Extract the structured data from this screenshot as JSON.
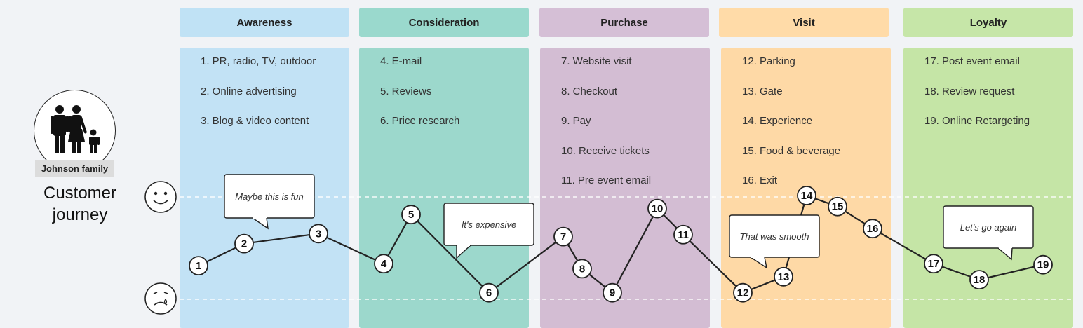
{
  "persona": {
    "name": "Johnson family",
    "icon": "family-icon"
  },
  "title": "Customer journey",
  "mood": {
    "happy_icon": "smiley-face-icon",
    "sad_icon": "sad-face-icon"
  },
  "stages": [
    {
      "name": "Awareness",
      "head_color": "#c0e2f5",
      "body_color": "#c2e2f5",
      "touchpoints": [
        "1. PR, radio, TV, outdoor",
        "2. Online advertising",
        "3. Blog & video content"
      ]
    },
    {
      "name": "Consideration",
      "head_color": "#9ad9cd",
      "body_color": "#9cd8cc",
      "touchpoints": [
        "4. E-mail",
        "5. Reviews",
        "6. Price research"
      ]
    },
    {
      "name": "Purchase",
      "head_color": "#d5bfd6",
      "body_color": "#d3bdd3",
      "touchpoints": [
        "7. Website visit",
        "8. Checkout",
        "9. Pay",
        "10. Receive tickets",
        "11. Pre event email"
      ]
    },
    {
      "name": "Visit",
      "head_color": "#ffdba8",
      "body_color": "#fed9a6",
      "touchpoints": [
        "12. Parking",
        "13. Gate",
        "14. Experience",
        "15. Food & beverage",
        "16. Exit"
      ]
    },
    {
      "name": "Loyalty",
      "head_color": "#c6e6a8",
      "body_color": "#c5e5a6",
      "touchpoints": [
        "17. Post event email",
        "18. Review request",
        "19. Online Retargeting"
      ]
    }
  ],
  "journey_points": [
    {
      "label": "1",
      "sentiment": 0.3
    },
    {
      "label": "2",
      "sentiment": 0.52
    },
    {
      "label": "3",
      "sentiment": 0.62
    },
    {
      "label": "4",
      "sentiment": 0.32
    },
    {
      "label": "5",
      "sentiment": 0.81
    },
    {
      "label": "6",
      "sentiment": 0.03
    },
    {
      "label": "7",
      "sentiment": 0.59
    },
    {
      "label": "8",
      "sentiment": 0.27
    },
    {
      "label": "9",
      "sentiment": 0.03
    },
    {
      "label": "10",
      "sentiment": 0.87
    },
    {
      "label": "11",
      "sentiment": 0.61
    },
    {
      "label": "12",
      "sentiment": 0.03
    },
    {
      "label": "13",
      "sentiment": 0.19
    },
    {
      "label": "14",
      "sentiment": 1.0
    },
    {
      "label": "15",
      "sentiment": 0.89
    },
    {
      "label": "16",
      "sentiment": 0.67
    },
    {
      "label": "17",
      "sentiment": 0.32
    },
    {
      "label": "18",
      "sentiment": 0.16
    },
    {
      "label": "19",
      "sentiment": 0.31
    }
  ],
  "comments": [
    {
      "text": "Maybe this is fun",
      "tail": "down"
    },
    {
      "text": "It's expensive",
      "tail": "down"
    },
    {
      "text": "That was smooth",
      "tail": "down"
    },
    {
      "text": "Let's go again",
      "tail": "down"
    }
  ],
  "colors": {
    "line": "#222222",
    "guide": "#ffffff"
  }
}
